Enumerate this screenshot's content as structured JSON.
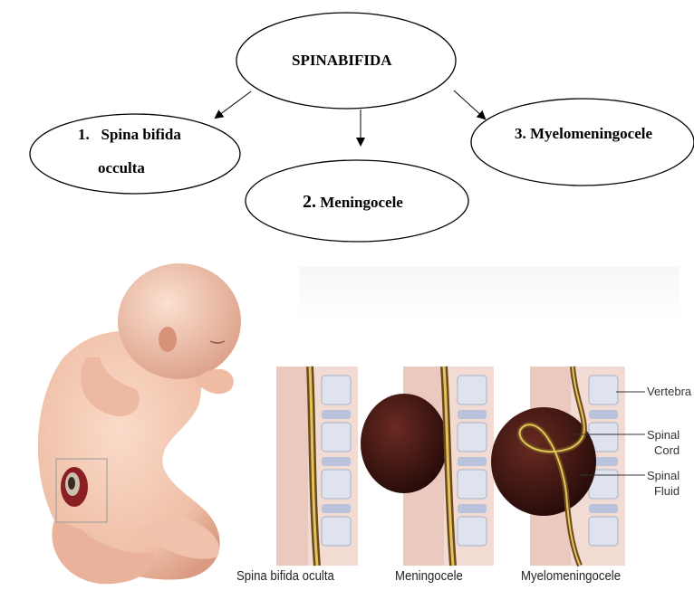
{
  "flowchart": {
    "root": "SPINABIFIDA",
    "type1_line1": "1.   Spina bifida",
    "type1_line2": "occulta",
    "type2_num": "2.",
    "type2_name": " Meningocele",
    "type3": "3. Myelomeningocele"
  },
  "illustration": {
    "captions": [
      "Spina bifida oculta",
      "Meningocele",
      "Myelomeningocele"
    ],
    "labels": {
      "vertebra": "Vertebra",
      "spinal_cord": "Spinal\nCord",
      "spinal_fluid": "Spinal\nFluid"
    }
  },
  "colors": {
    "skin": "#f3c8b4",
    "skin_shadow": "#e2a58d",
    "spine_bone": "#dfe3ee",
    "disc": "#b9c3dd",
    "cord": "#7a5a2a",
    "sac": "#3a1410",
    "tissue": "#e9b7ae"
  }
}
